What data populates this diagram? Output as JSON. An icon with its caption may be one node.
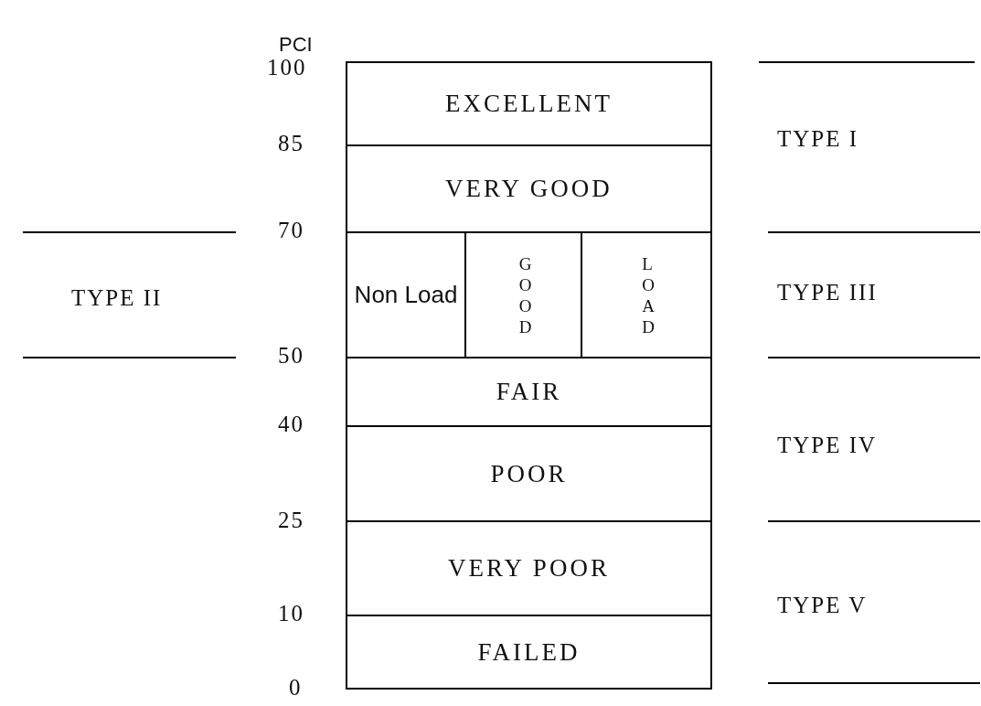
{
  "diagram": {
    "nodes": [
      {
        "text": [
          "EXCELLENT"
        ]
      },
      {
        "text": [
          "VERY GOOD"
        ]
      },
      {
        "text": [
          "Non Load"
        ]
      },
      {
        "text": [
          "GOOD"
        ]
      },
      {
        "text": [
          "LOAD"
        ]
      },
      {
        "text": [
          "FAIR"
        ]
      },
      {
        "text": [
          "POOR"
        ]
      },
      {
        "text": [
          "VERY POOR"
        ]
      },
      {
        "text": [
          "FAILED"
        ]
      }
    ],
    "edges": [],
    "labels": [
      "PCI",
      "100",
      "TYPE I",
      "85",
      "70",
      "TYPE II",
      "TYPE III",
      "50",
      "40",
      "TYPE IV",
      "25",
      "10",
      "TYPE V",
      "0"
    ]
  }
}
